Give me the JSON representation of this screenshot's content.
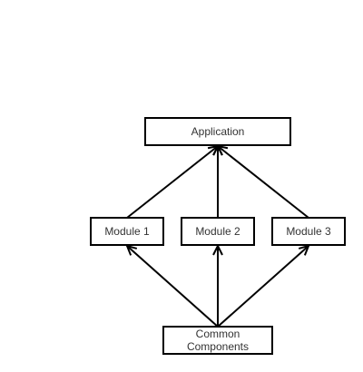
{
  "diagram": {
    "nodes": {
      "application": {
        "label": "Application"
      },
      "module_1": {
        "label": "Module 1"
      },
      "module_2": {
        "label": "Module 2"
      },
      "module_3": {
        "label": "Module 3"
      },
      "common_components": {
        "label_line_1": "Common",
        "label_line_2": "Components"
      }
    },
    "edges": [
      {
        "from": "module_1",
        "to": "application"
      },
      {
        "from": "module_2",
        "to": "application"
      },
      {
        "from": "module_3",
        "to": "application"
      },
      {
        "from": "common_components",
        "to": "module_1"
      },
      {
        "from": "common_components",
        "to": "module_2"
      },
      {
        "from": "common_components",
        "to": "module_3"
      }
    ],
    "colors": {
      "stroke": "#000000",
      "text": "#333333",
      "background": "#ffffff"
    }
  }
}
